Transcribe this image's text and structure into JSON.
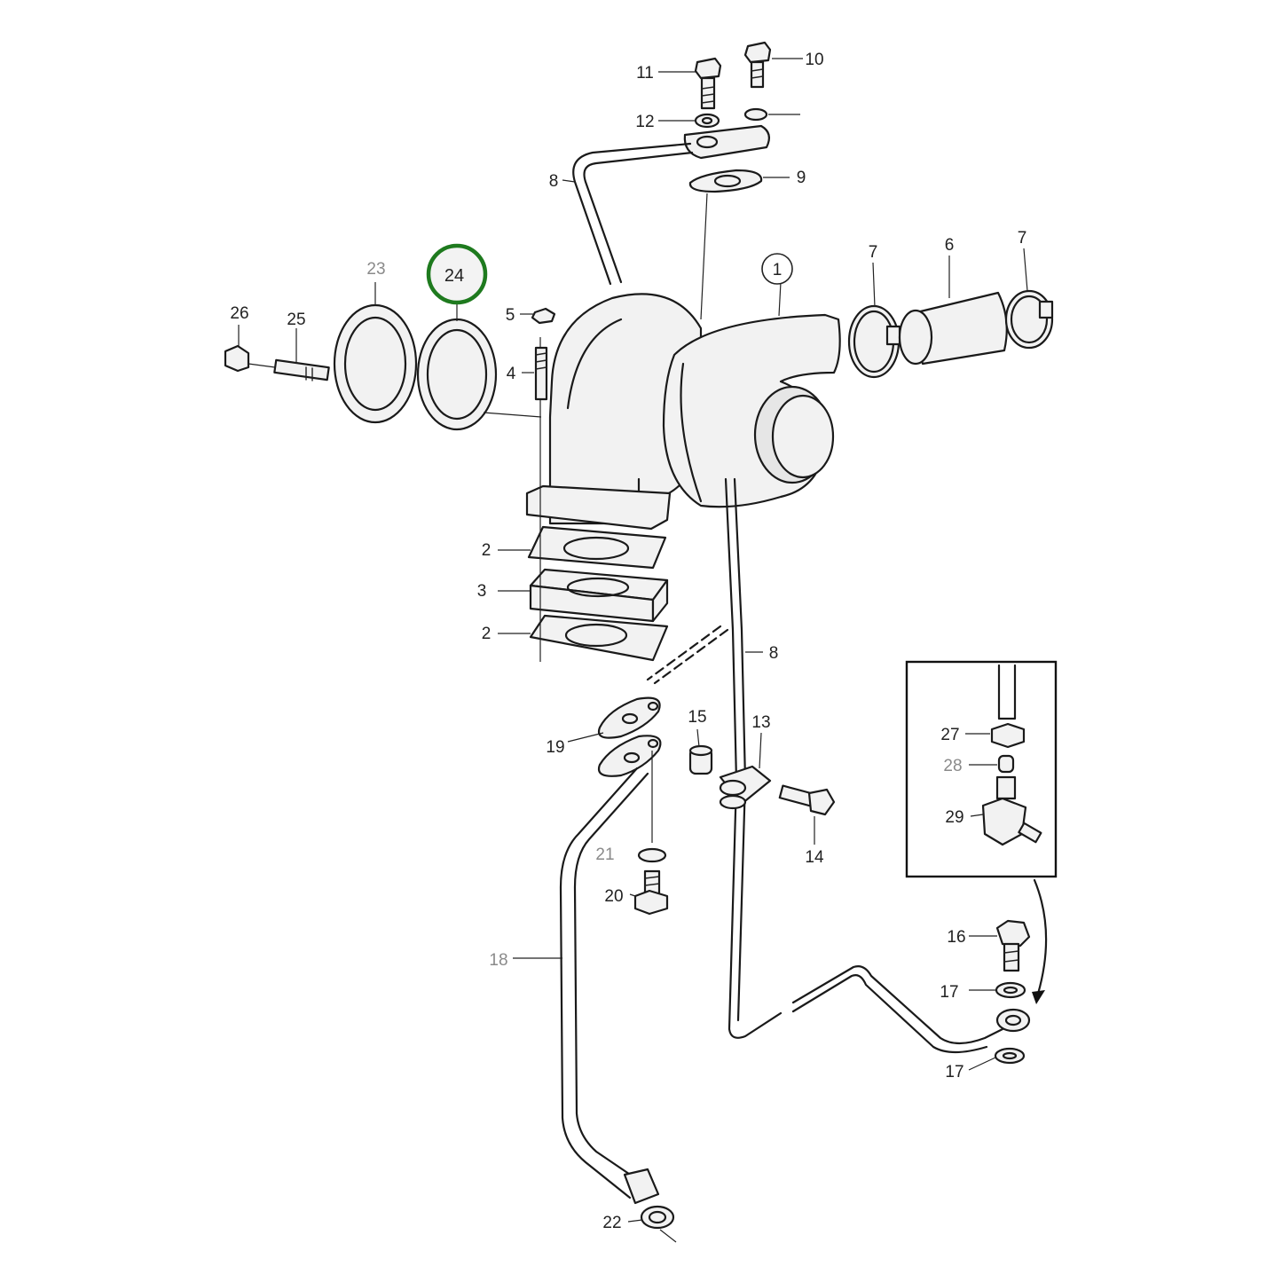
{
  "diagram": {
    "labels": [
      {
        "id": "l1",
        "text": "1"
      },
      {
        "id": "l2a",
        "text": "2"
      },
      {
        "id": "l3",
        "text": "3"
      },
      {
        "id": "l2b",
        "text": "2"
      },
      {
        "id": "l4",
        "text": "4"
      },
      {
        "id": "l5",
        "text": "5"
      },
      {
        "id": "l6",
        "text": "6"
      },
      {
        "id": "l7a",
        "text": "7"
      },
      {
        "id": "l7b",
        "text": "7"
      },
      {
        "id": "l8a",
        "text": "8"
      },
      {
        "id": "l8b",
        "text": "8"
      },
      {
        "id": "l9",
        "text": "9"
      },
      {
        "id": "l10",
        "text": "10"
      },
      {
        "id": "l11",
        "text": "11"
      },
      {
        "id": "l12",
        "text": "12"
      },
      {
        "id": "l13",
        "text": "13"
      },
      {
        "id": "l14",
        "text": "14"
      },
      {
        "id": "l15",
        "text": "15"
      },
      {
        "id": "l16",
        "text": "16"
      },
      {
        "id": "l17a",
        "text": "17"
      },
      {
        "id": "l17b",
        "text": "17"
      },
      {
        "id": "l18",
        "text": "18"
      },
      {
        "id": "l19",
        "text": "19"
      },
      {
        "id": "l20",
        "text": "20"
      },
      {
        "id": "l21",
        "text": "21"
      },
      {
        "id": "l22",
        "text": "22"
      },
      {
        "id": "l23",
        "text": "23"
      },
      {
        "id": "l24",
        "text": "24"
      },
      {
        "id": "l25",
        "text": "25"
      },
      {
        "id": "l26",
        "text": "26"
      },
      {
        "id": "l27",
        "text": "27"
      },
      {
        "id": "l28",
        "text": "28"
      },
      {
        "id": "l29",
        "text": "29"
      }
    ],
    "highlight_color": "#1e7a1e"
  }
}
